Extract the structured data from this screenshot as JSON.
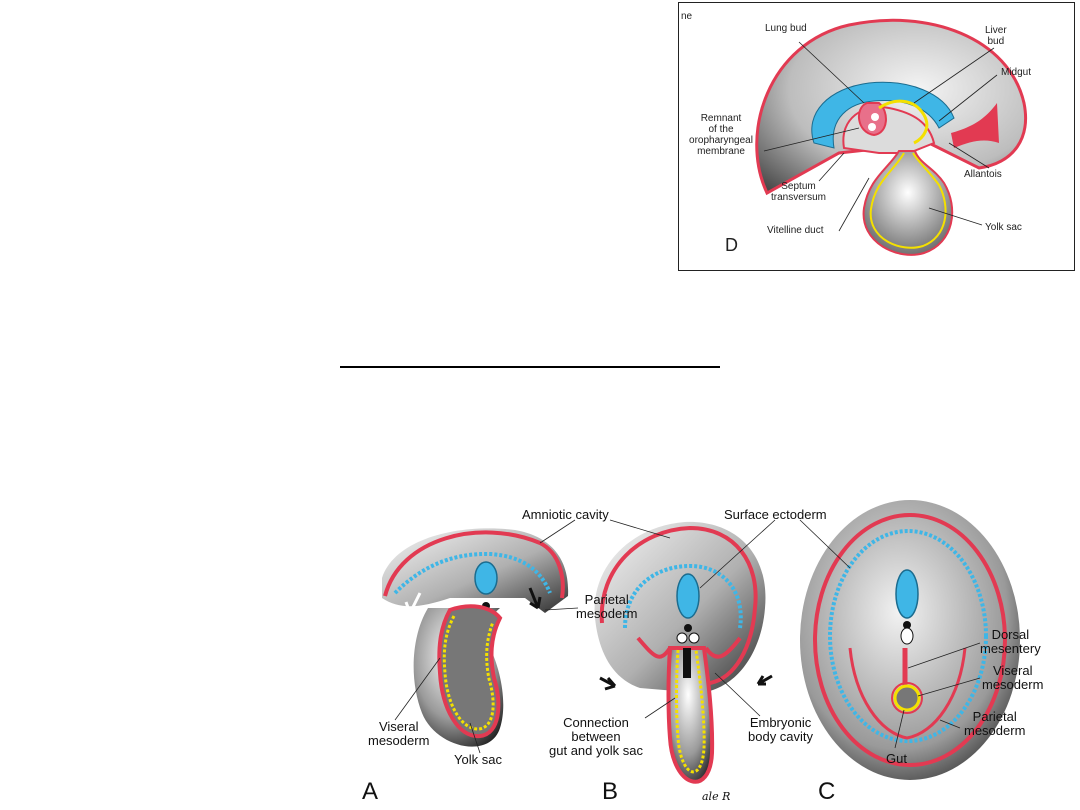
{
  "figure_d": {
    "panel_letter": "D",
    "corner_fragment": "ne",
    "labels": {
      "lung_bud": "Lung bud",
      "liver_bud": "Liver\nbud",
      "midgut": "Midgut",
      "remnant": "Remnant\nof the\noropharyngeal\nmembrane",
      "septum": "Septum\ntransversum",
      "allantois": "Allantois",
      "vitelline": "Vitelline duct",
      "yolk_sac": "Yolk sac"
    }
  },
  "figure_abc": {
    "panels": [
      "A",
      "B",
      "C"
    ],
    "labels": {
      "amniotic_cavity": "Amniotic cavity",
      "surface_ectoderm": "Surface ectoderm",
      "parietal_mesoderm_a": "Parietal\nmesoderm",
      "viseral_mesoderm_a": "Viseral\nmesoderm",
      "yolk_sac": "Yolk sac",
      "connection": "Connection\nbetween\ngut and yolk sac",
      "embryonic_body_cavity": "Embryonic\nbody cavity",
      "dorsal_mesentery": "Dorsal\nmesentery",
      "viseral_mesoderm_c": "Viseral\nmesoderm",
      "parietal_mesoderm_c": "Parietal\nmesoderm",
      "gut": "Gut"
    },
    "signature": "ale R"
  },
  "colors": {
    "red": "#e23a52",
    "blue": "#3fb6e6",
    "yellow": "#f4e000",
    "gray_dark": "#3a3a3a"
  }
}
